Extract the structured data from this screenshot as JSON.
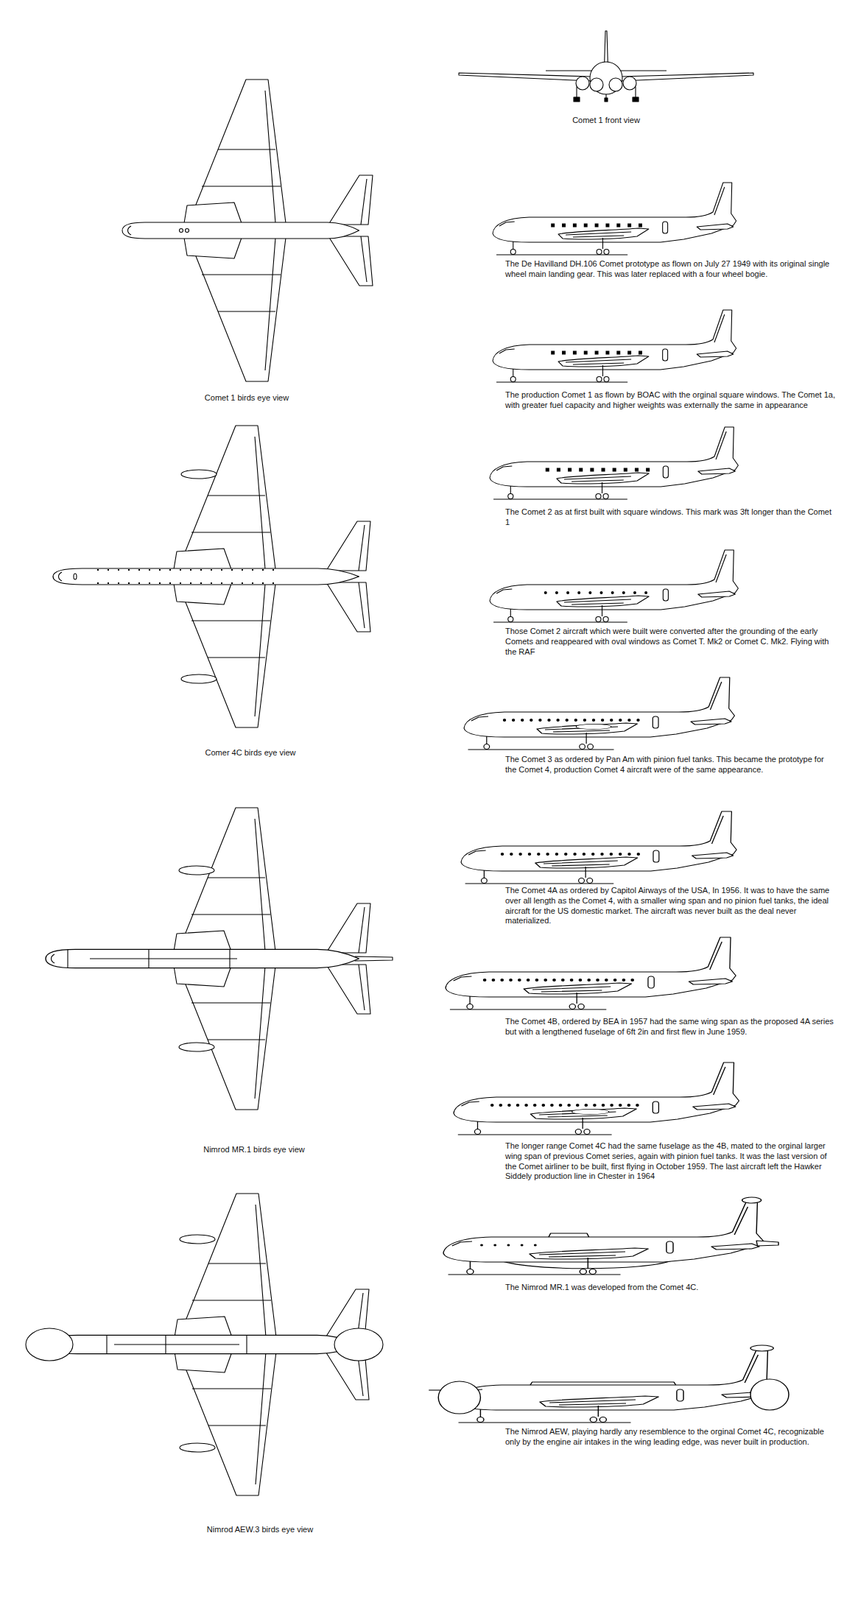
{
  "diagram": {
    "labels": [
      "Comet 1 front view",
      "The De Havilland DH.106 Comet prototype as flown on July 27 1949 with its original single wheel main landing gear. This was later replaced with a four wheel bogie.",
      "Comet 1 birds eye view",
      "The production Comet 1 as flown by BOAC with the orginal square windows. The Comet 1a, with greater fuel capacity and higher weights was externally the same in appearance",
      "The Comet 2 as at first built with square windows. This mark was 3ft longer than the Comet 1",
      "Those Comet 2 aircraft which were built were converted after the grounding of the early Comets and reappeared with oval windows as Comet T. Mk2 or Comet C. Mk2. Flying with the RAF",
      "Comer 4C birds eye view",
      "The Comet 3 as ordered by Pan Am with pinion fuel tanks. This became the prototype for the Comet 4, production Comet 4 aircraft were of the same appearance.",
      "The Comet 4A as ordered by Capitol Airways of the USA, In 1956. It was to have the same over all length as the Comet 4, with a smaller wing span and no pinion fuel tanks, the ideal aircraft for the US domestic market. The aircraft was never built as the deal never materialized.",
      "The Comet 4B, ordered by BEA in 1957 had the same wing span as the proposed 4A series but with a lengthened fuselage of 6ft 2in and first flew in June 1959.",
      "Nimrod MR.1 birds eye view",
      "The longer range Comet 4C had the same fuselage as the 4B, mated to the orginal larger wing span of previous Comet series, again with pinion fuel tanks. It was the last version of the Comet airliner to be built, first flying in October 1959. The last aircraft left the Hawker Siddely production line in Chester in 1964",
      "The Nimrod MR.1 was developed from the Comet 4C.",
      "The Nimrod AEW, playing hardly any resemblence to the orginal Comet 4C, recognizable only by the engine air intakes in the wing leading edge, was never built in production.",
      "Nimrod AEW.3 birds eye view"
    ]
  }
}
